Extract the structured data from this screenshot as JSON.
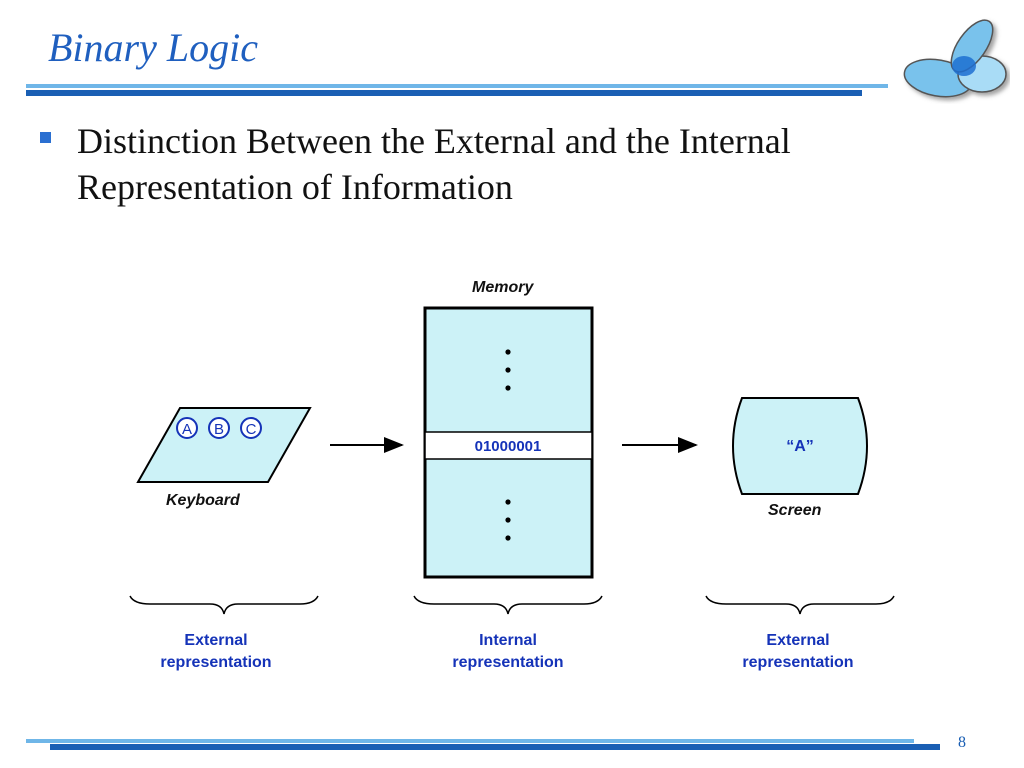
{
  "slide": {
    "title": "Binary Logic",
    "bullet": "Distinction Between the External and the Internal Representation of Information",
    "page_number": "8"
  },
  "diagram": {
    "memory_label": "Memory",
    "memory_value": "01000001",
    "keyboard_label": "Keyboard",
    "keyboard_keys": [
      "A",
      "B",
      "C"
    ],
    "screen_label": "Screen",
    "screen_text": "“A”",
    "representations": {
      "left_line1": "External",
      "left_line2": "representation",
      "middle_line1": "Internal",
      "middle_line2": "representation",
      "right_line1": "External",
      "right_line2": "representation"
    }
  },
  "colors": {
    "accent_blue": "#1a5fb4",
    "light_blue_fill": "#ccf2f7",
    "label_blue": "#1533b8"
  }
}
